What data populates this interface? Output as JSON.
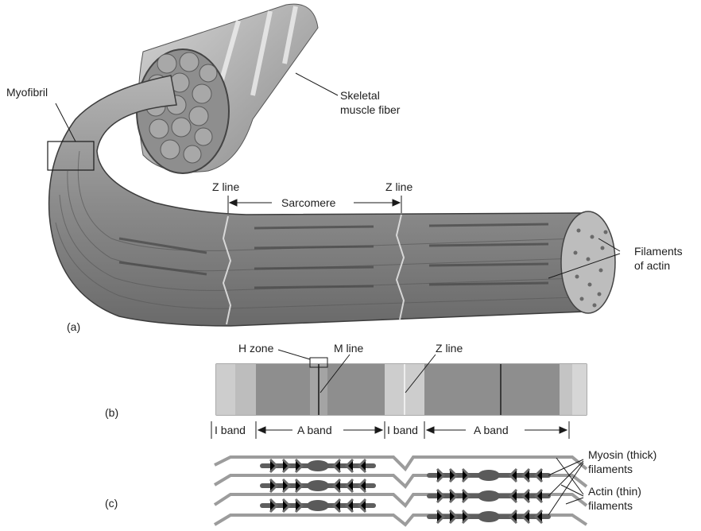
{
  "panels": {
    "a": "(a)",
    "b": "(b)",
    "c": "(c)"
  },
  "labels": {
    "myofibril": "Myofibril",
    "skeletal_line1": "Skeletal",
    "skeletal_line2": "muscle fiber",
    "z_line": "Z line",
    "sarcomere": "Sarcomere",
    "filaments_line1": "Filaments",
    "filaments_line2": "of actin",
    "h_zone": "H zone",
    "m_line": "M line",
    "i_band": "I band",
    "a_band": "A band",
    "myosin_line1": "Myosin (thick)",
    "myosin_line2": "filaments",
    "actin_line1": "Actin (thin)",
    "actin_line2": "filaments"
  },
  "colors": {
    "fiber": "#9a9a9a",
    "fiber_dark": "#6f6f6f",
    "band_light": "#cdcdcd",
    "band_dark": "#8e8e8e",
    "line": "#1a1a1a"
  }
}
